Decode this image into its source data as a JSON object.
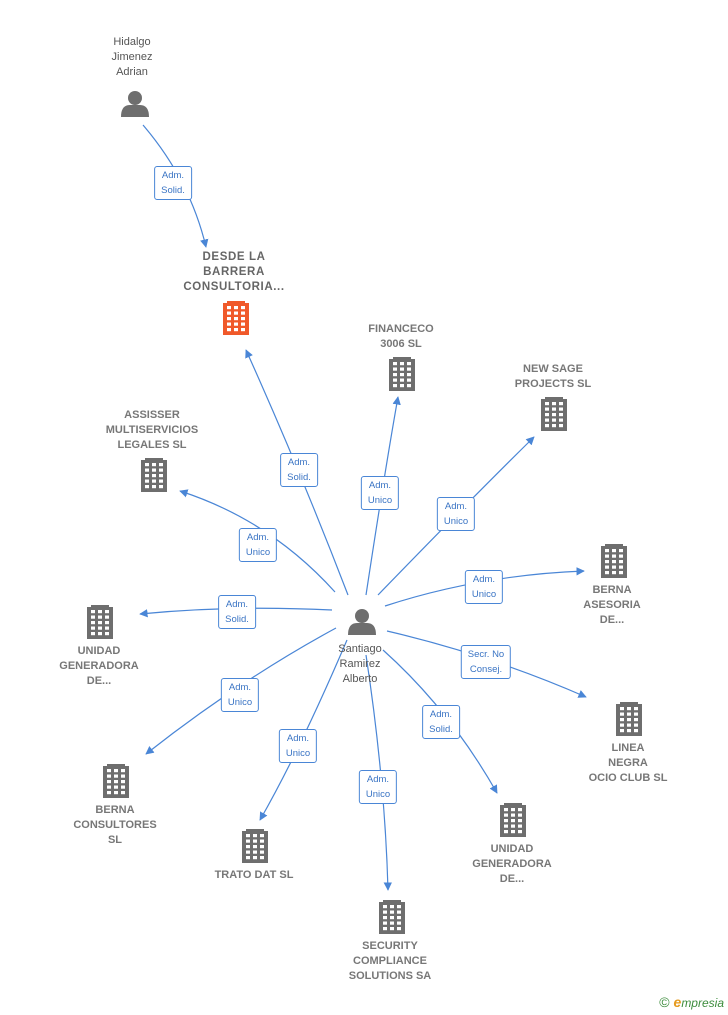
{
  "colors": {
    "edge": "#4a86d6",
    "building": "#6e6e6e",
    "building_main": "#f0592a",
    "person": "#6e6e6e"
  },
  "nodes": [
    {
      "id": "hidalgo",
      "kind": "person",
      "label": [
        "Hidalgo",
        "Jimenez",
        "Adrian"
      ]
    },
    {
      "id": "desde",
      "kind": "main",
      "label": [
        "DESDE LA",
        "BARRERA",
        "CONSULTORIA..."
      ]
    },
    {
      "id": "financeco",
      "kind": "company",
      "label": [
        "FINANCECO",
        "3006  SL"
      ]
    },
    {
      "id": "newsage",
      "kind": "company",
      "label": [
        "NEW SAGE",
        "PROJECTS SL"
      ]
    },
    {
      "id": "assisser",
      "kind": "company",
      "label": [
        "ASSISSER",
        "MULTISERVICIOS",
        "LEGALES  SL"
      ]
    },
    {
      "id": "santiago",
      "kind": "person",
      "label": [
        "Santiago",
        "Ramirez",
        "Alberto"
      ]
    },
    {
      "id": "unidad1",
      "kind": "company",
      "label": [
        "UNIDAD",
        "GENERADORA",
        "DE..."
      ]
    },
    {
      "id": "bernaAsesoria",
      "kind": "company",
      "label": [
        "BERNA",
        "ASESORIA",
        "DE..."
      ]
    },
    {
      "id": "linea",
      "kind": "company",
      "label": [
        "LINEA",
        "NEGRA",
        "OCIO CLUB  SL"
      ]
    },
    {
      "id": "bernaConsultores",
      "kind": "company",
      "label": [
        "BERNA",
        "CONSULTORES",
        "SL"
      ]
    },
    {
      "id": "trato",
      "kind": "company",
      "label": [
        "TRATO DAT  SL"
      ]
    },
    {
      "id": "security",
      "kind": "company",
      "label": [
        "SECURITY",
        "COMPLIANCE",
        "SOLUTIONS SA"
      ]
    },
    {
      "id": "unidad2",
      "kind": "company",
      "label": [
        "UNIDAD",
        "GENERADORA",
        "DE..."
      ]
    }
  ],
  "edges": [
    {
      "from": "hidalgo",
      "to": "desde",
      "role": [
        "Adm.",
        "Solid."
      ]
    },
    {
      "from": "santiago",
      "to": "desde",
      "role": [
        "Adm.",
        "Solid."
      ]
    },
    {
      "from": "santiago",
      "to": "financeco",
      "role": [
        "Adm.",
        "Unico"
      ]
    },
    {
      "from": "santiago",
      "to": "newsage",
      "role": [
        "Adm.",
        "Unico"
      ]
    },
    {
      "from": "santiago",
      "to": "assisser",
      "role": [
        "Adm.",
        "Unico"
      ]
    },
    {
      "from": "santiago",
      "to": "unidad1",
      "role": [
        "Adm.",
        "Solid."
      ]
    },
    {
      "from": "santiago",
      "to": "bernaAsesoria",
      "role": [
        "Adm.",
        "Unico"
      ]
    },
    {
      "from": "santiago",
      "to": "linea",
      "role": [
        "Secr.  No",
        "Consej."
      ]
    },
    {
      "from": "santiago",
      "to": "bernaConsultores",
      "role": [
        "Adm.",
        "Unico"
      ]
    },
    {
      "from": "santiago",
      "to": "trato",
      "role": [
        "Adm.",
        "Unico"
      ]
    },
    {
      "from": "santiago",
      "to": "security",
      "role": [
        "Adm.",
        "Unico"
      ]
    },
    {
      "from": "santiago",
      "to": "unidad2",
      "role": [
        "Adm.",
        "Solid."
      ]
    }
  ],
  "footer": {
    "copyright": "©",
    "brand_initial": "e",
    "brand_rest": "mpresia"
  }
}
